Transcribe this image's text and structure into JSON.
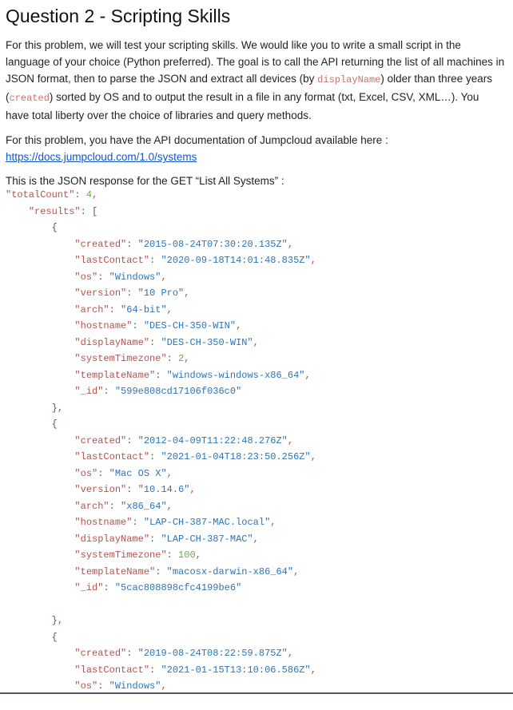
{
  "document": {
    "title": "Question 2 - Scripting Skills",
    "paragraph1": {
      "part1": "For this problem, we will test your scripting skills. We would like you to write a small script in the language of your choice (Python preferred). The goal is to call the API returning the list of all machines in JSON format, then to parse the JSON and extract all devices (by ",
      "inline_code1": "displayName",
      "part2": ") older than three years (",
      "inline_code2": "created",
      "part3": ") sorted by OS and to output the result in a file in any format (txt, Excel, CSV, XML…). You have total liberty over the choice of libraries and query methods."
    },
    "paragraph2": {
      "text": "For this problem, you have the API documentation of Jumpcloud available here :",
      "link_text": "https://docs.jumpcloud.com/1.0/systems"
    },
    "paragraph3": "This is the JSON response for the GET “List All Systems” :"
  },
  "colors": {
    "link": "#1155cc",
    "inline_code": "#c9706e",
    "json_key": "#b2534e",
    "json_string": "#2e74b5",
    "json_number": "#6aa84f",
    "json_comma": "#b2534e",
    "json_punct": "#5a5a5a",
    "rule": "#4e5866"
  },
  "code_block": {
    "lines": [
      "\"totalCount\": 4,",
      "    \"results\": [",
      "        {",
      "            \"created\": \"2015-08-24T07:30:20.135Z\",",
      "            \"lastContact\": \"2020-09-18T14:01:48.835Z\",",
      "            \"os\": \"Windows\",",
      "            \"version\": \"10 Pro\",",
      "            \"arch\": \"64-bit\",",
      "            \"hostname\": \"DES-CH-350-WIN\",",
      "            \"displayName\": \"DES-CH-350-WIN\",",
      "            \"systemTimezone\": 2,",
      "            \"templateName\": \"windows-windows-x86_64\",",
      "            \"_id\": \"599e808cd17106f036c0\"",
      "        },",
      "        {",
      "            \"created\": \"2012-04-09T11:22:48.276Z\",",
      "            \"lastContact\": \"2021-01-04T18:23:50.256Z\",",
      "            \"os\": \"Mac OS X\",",
      "            \"version\": \"10.14.6\",",
      "            \"arch\": \"x86_64\",",
      "            \"hostname\": \"LAP-CH-387-MAC.local\",",
      "            \"displayName\": \"LAP-CH-387-MAC\",",
      "            \"systemTimezone\": 100,",
      "            \"templateName\": \"macosx-darwin-x86_64\",",
      "            \"_id\": \"5cac808898cfc4199be6\"",
      "",
      "        },",
      "        {",
      "            \"created\": \"2019-08-24T08:22:59.875Z\",",
      "            \"lastContact\": \"2021-01-15T13:10:06.586Z\",",
      "            \"os\": \"Windows\","
    ]
  }
}
